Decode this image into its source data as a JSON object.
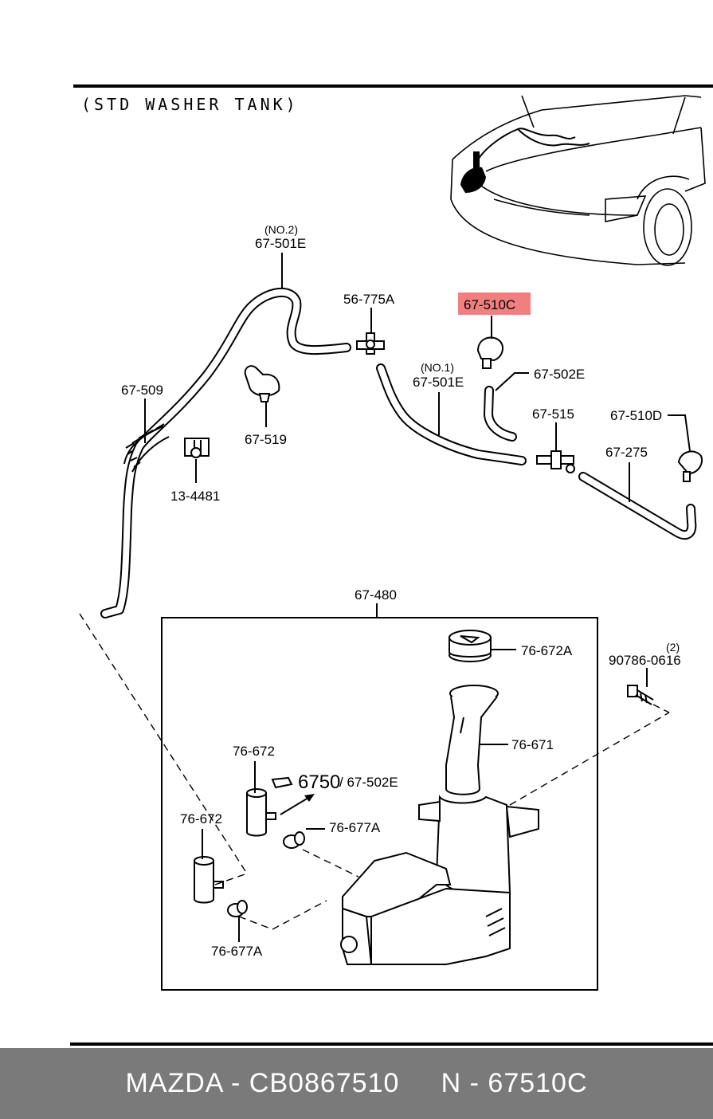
{
  "title": "(STD WASHER TANK)",
  "labels": {
    "hose_no2_qty": "(NO.2)",
    "hose_no2": "67-501E",
    "nozzle_joint": "56-775A",
    "nozzle_c": "67-510C",
    "hose_no1_qty": "(NO.1)",
    "hose_no1": "67-501E",
    "hose_502e_top": "67-502E",
    "clip_509": "67-509",
    "clip_519": "67-519",
    "clip_13": "13-4481",
    "joint_515": "67-515",
    "nozzle_d": "67-510D",
    "hose_275": "67-275",
    "tank": "67-480",
    "cap": "76-672A",
    "bolt_qty": "(2)",
    "bolt": "90786-0616",
    "filler": "76-671",
    "pump_a": "76-672",
    "pump_b": "76-672",
    "ref_num": "6750",
    "ref_hose": "/ 67-502E",
    "grommet_a": "76-677A",
    "grommet_b": "76-677A"
  },
  "highlight_color": "#f08080",
  "footer": {
    "brand_part": "MAZDA - CB0867510",
    "ref_part": "N - 67510C"
  }
}
